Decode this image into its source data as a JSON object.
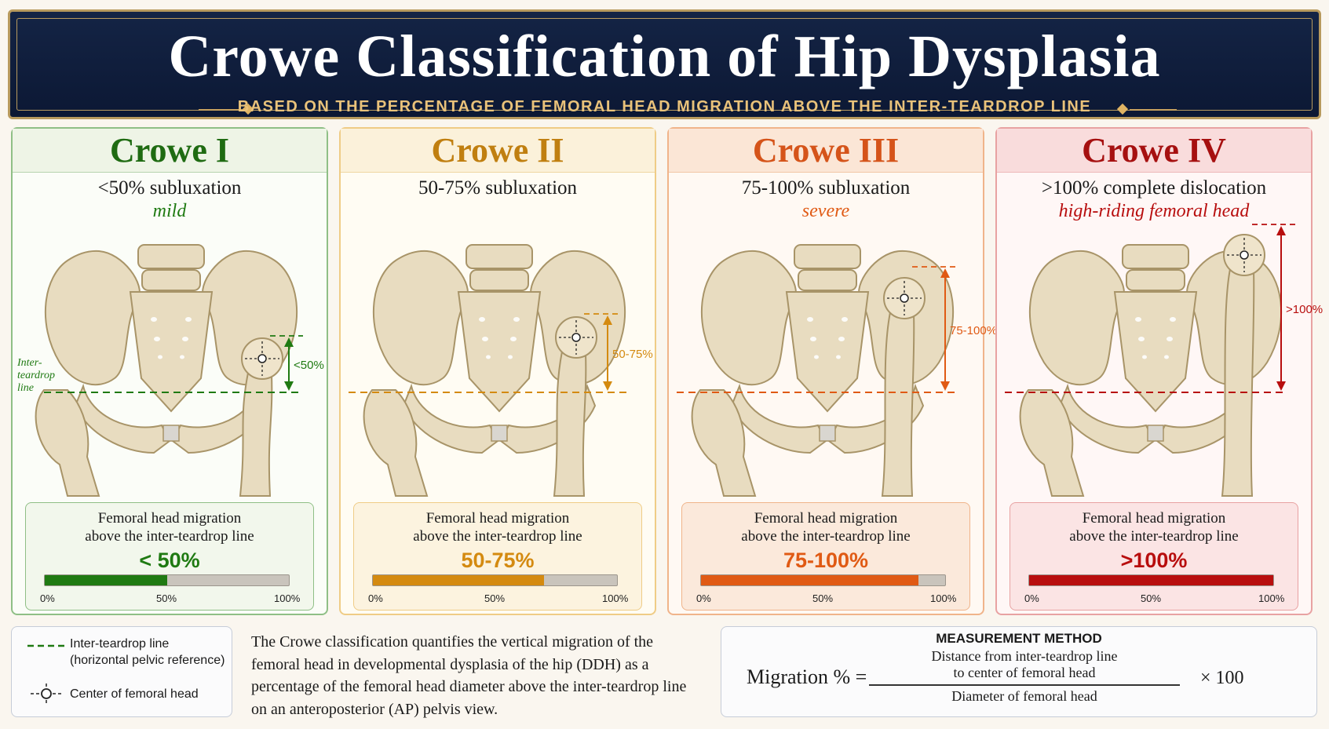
{
  "header": {
    "title": "Crowe Classification of Hip Dysplasia",
    "subtitle": "BASED ON THE PERCENTAGE OF FEMORAL HEAD MIGRATION ABOVE THE INTER-TEARDROP LINE"
  },
  "cards": [
    {
      "title": "Crowe I",
      "subluxation": "<50% subluxation",
      "severity": "mild",
      "side_label": "<50%",
      "teardrop_label": [
        "Inter-",
        "teardrop",
        "line"
      ],
      "migration_text_1": "Femoral head migration",
      "migration_text_2": "above the inter-teardrop line",
      "migration_value": "< 50%",
      "fill_fraction": 0.5,
      "color": "#1f7a12",
      "ticks": [
        "0%",
        "50%",
        "100%"
      ]
    },
    {
      "title": "Crowe II",
      "subluxation": "50-75% subluxation",
      "severity": "",
      "side_label": "50-75%",
      "migration_text_1": "Femoral head migration",
      "migration_text_2": "above the inter-teardrop line",
      "migration_value": "50-75%",
      "fill_fraction": 0.7,
      "color": "#d48a10",
      "ticks": [
        "0%",
        "50%",
        "100%"
      ]
    },
    {
      "title": "Crowe III",
      "subluxation": "75-100% subluxation",
      "severity": "severe",
      "side_label": "75-100%",
      "migration_text_1": "Femoral head migration",
      "migration_text_2": "above the inter-teardrop line",
      "migration_value": "75-100%",
      "fill_fraction": 0.89,
      "color": "#e05a14",
      "ticks": [
        "0%",
        "50%",
        "100%"
      ]
    },
    {
      "title": "Crowe IV",
      "subluxation": ">100% complete dislocation",
      "severity": "high-riding femoral head",
      "side_label": ">100%",
      "migration_text_1": "Femoral head migration",
      "migration_text_2": "above the inter-teardrop line",
      "migration_value": ">100%",
      "fill_fraction": 1.0,
      "color": "#b80e0e",
      "ticks": [
        "0%",
        "50%",
        "100%"
      ]
    }
  ],
  "legend": {
    "line_label": "Inter-teardrop line",
    "line_sublabel": "(horizontal pelvic reference)",
    "center_label": "Center of femoral head",
    "line_color": "#1f7a12"
  },
  "description": "The Crowe classification quantifies the vertical migration of the femoral head in developmental dysplasia of the hip (DDH) as a percentage of the femoral head diameter above the inter-teardrop line on an anteroposterior (AP) pelvis view.",
  "method": {
    "title": "MEASUREMENT METHOD",
    "label": "Migration % =",
    "numerator_1": "Distance from inter-teardrop line",
    "numerator_2": "to center of femoral head",
    "denominator": "Diameter of femoral head",
    "multiplier": "× 100"
  }
}
